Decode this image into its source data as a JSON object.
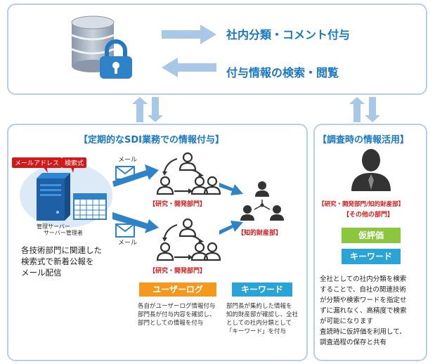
{
  "top": {
    "flow_out_label": "社内分類・コメント付与",
    "flow_in_label": "付与情報の検索・閲覧"
  },
  "left_panel": {
    "title": "【定期的なSDI業務での情報付与】",
    "tag_email": "メールアドレス",
    "tag_search": "検索式",
    "server_label_1": "管理サーバー",
    "server_label_2": "サーバー管理者",
    "description": [
      "各技術部門に関連した",
      "検索式で新着公報を",
      "メール配信"
    ],
    "mail_label_top": "メール",
    "mail_label_bottom": "メール",
    "group_top_label": "【研究・開発部門】",
    "group_bottom_label": "【研究・開発部門】",
    "ip_dept_label": "【知的財産部】",
    "user_log_badge": "ユーザーログ",
    "keyword_badge": "キーワード",
    "user_log_desc": [
      "各自がユーザーログ情報付与",
      "部門長が付与内容を確認し、",
      "部門としての情報を付与"
    ],
    "keyword_desc": [
      "部門長が集約した情報を",
      "知的財産部が確認し、全社",
      "としての社内分類として",
      "「キーワード」を付与"
    ]
  },
  "right_panel": {
    "title": "【調査時の情報活用】",
    "dept_line_1": "【研究・開発部門/知的財産部】",
    "dept_line_2": "【その他の部門】",
    "badge_provisional": "仮評価",
    "badge_keyword": "キーワード",
    "description": [
      "全社としての社内分類を検索",
      "することで、自社の関連技術",
      "が分類や検索ワードを指定せ",
      "ずに漏れなく、高精度で検索",
      "が可能になります",
      "査読時に仮評価を利用して、",
      "調査過程の保存と共有"
    ]
  },
  "colors": {
    "accent_blue": "#1a78c2",
    "panel_border": "#b7cfe6",
    "arrow_light": "#a9c7e6",
    "icon_blue": "#2e82c8",
    "red": "#d21a1a",
    "orange": "#f39a1e",
    "teal": "#2aa3d6",
    "green": "#8cc63e"
  },
  "icons": [
    "database-icon",
    "lock-icon",
    "server-icon",
    "calendar-icon",
    "mail-icon",
    "user-icon",
    "cycle-arrow-icon"
  ]
}
